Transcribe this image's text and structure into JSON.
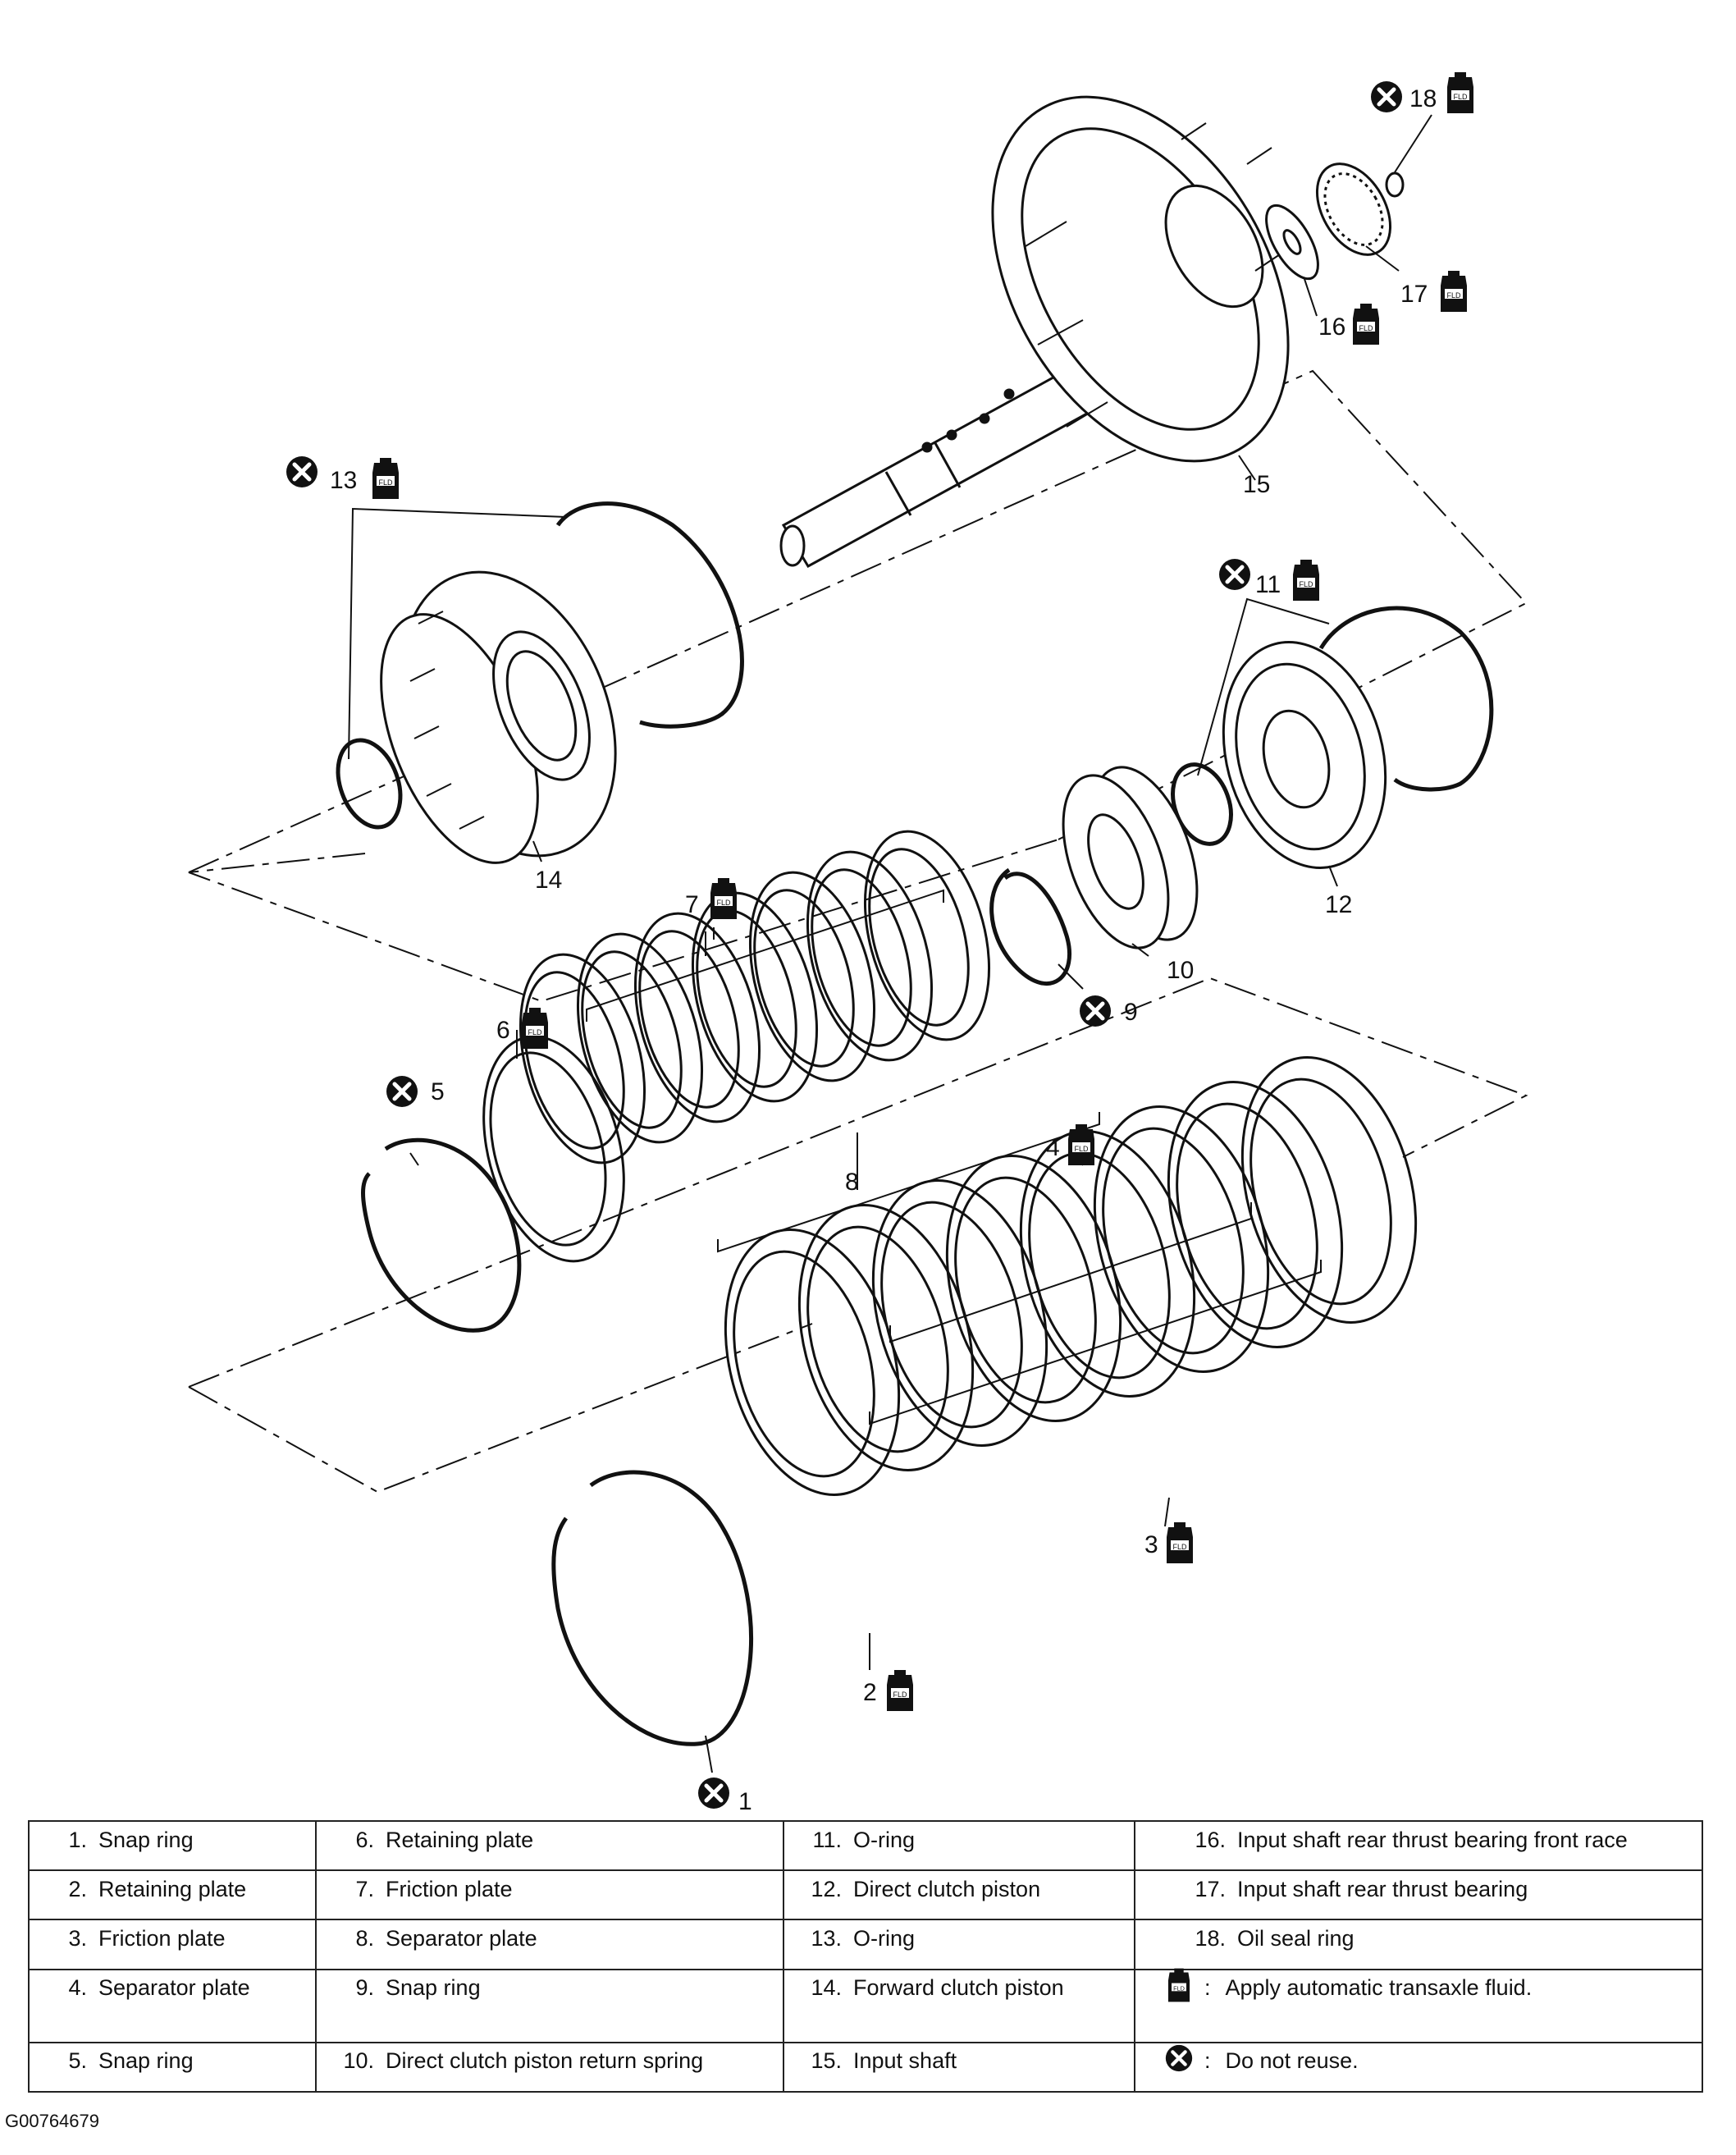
{
  "callouts": {
    "c1": "1",
    "c2": "2",
    "c3": "3",
    "c4": "4",
    "c5": "5",
    "c6": "6",
    "c7": "7",
    "c8": "8",
    "c9": "9",
    "c10": "10",
    "c11": "11",
    "c12": "12",
    "c13": "13",
    "c14": "14",
    "c15": "15",
    "c16": "16",
    "c17": "17",
    "c18": "18"
  },
  "fluid_icon_text": "FLD",
  "legend": {
    "col1": [
      {
        "num": "1.",
        "label": "Snap ring"
      },
      {
        "num": "2.",
        "label": "Retaining plate"
      },
      {
        "num": "3.",
        "label": "Friction plate"
      },
      {
        "num": "4.",
        "label": "Separator plate"
      },
      {
        "num": "5.",
        "label": "Snap ring"
      }
    ],
    "col2": [
      {
        "num": "6.",
        "label": "Retaining plate"
      },
      {
        "num": "7.",
        "label": "Friction plate"
      },
      {
        "num": "8.",
        "label": "Separator plate"
      },
      {
        "num": "9.",
        "label": "Snap ring"
      },
      {
        "num": "10.",
        "label": "Direct clutch piston return spring"
      }
    ],
    "col3": [
      {
        "num": "11.",
        "label": "O-ring"
      },
      {
        "num": "12.",
        "label": "Direct clutch piston"
      },
      {
        "num": "13.",
        "label": "O-ring"
      },
      {
        "num": "14.",
        "label": "Forward clutch piston"
      },
      {
        "num": "15.",
        "label": "Input shaft"
      }
    ],
    "col4": [
      {
        "num": "16.",
        "label": "Input shaft rear thrust bearing front race"
      },
      {
        "num": "17.",
        "label": "Input shaft rear thrust bearing"
      },
      {
        "num": "18.",
        "label": "Oil seal ring"
      }
    ],
    "symbols": {
      "fluid": {
        "sep": ":",
        "label": "Apply automatic transaxle fluid."
      },
      "noreuse": {
        "sep": ":",
        "label": "Do not reuse."
      }
    }
  },
  "figure_id": "G00764679"
}
